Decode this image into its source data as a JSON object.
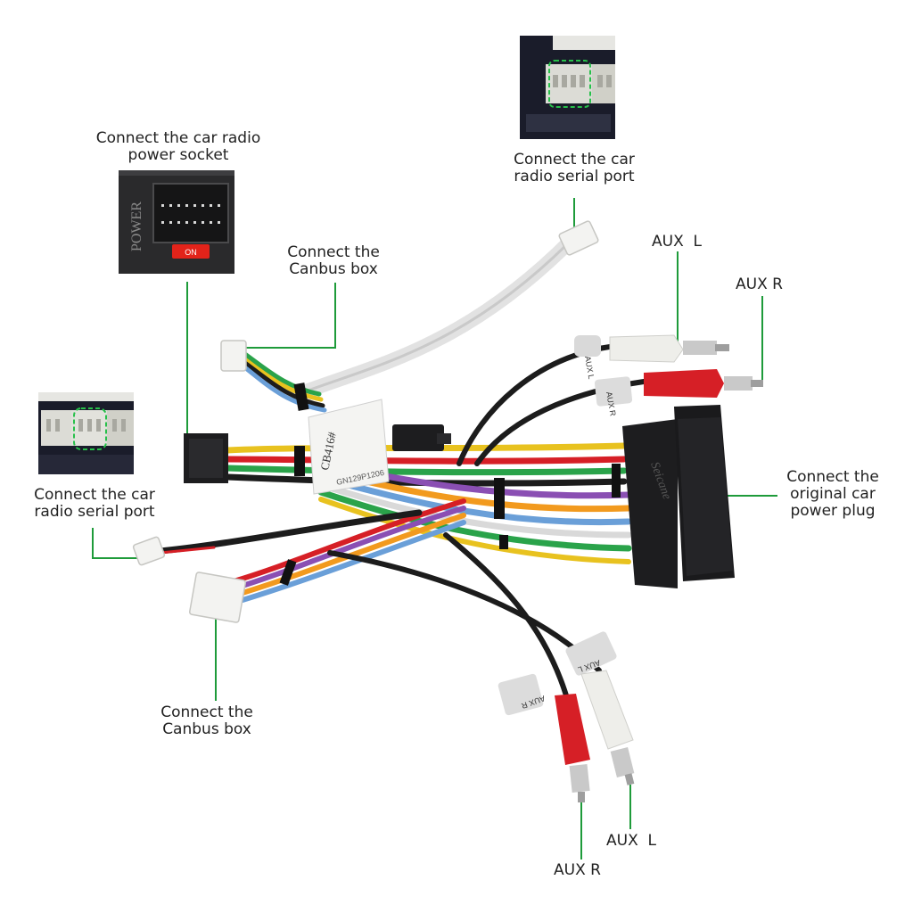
{
  "labels": {
    "power_socket": [
      "Connect the car radio",
      "power socket"
    ],
    "serial_top": [
      "Connect the car",
      "radio serial port"
    ],
    "canbus_top": [
      "Connect the",
      "Canbus box"
    ],
    "aux_l_top": "AUX  L",
    "aux_r_top": "AUX R",
    "serial_left": [
      "Connect the car",
      "radio serial port"
    ],
    "original_plug": [
      "Connect the",
      "original car",
      "power plug"
    ],
    "canbus_bottom": [
      "Connect the",
      "Canbus box"
    ],
    "aux_l_bottom": "AUX  L",
    "aux_r_bottom": "AUX R"
  },
  "photo_text": {
    "power": "POWER",
    "on": "ON",
    "model": "CB416#",
    "serial_no": "GN129P1206",
    "brand": "Seicane",
    "tag_aux_l": "AUX L",
    "tag_aux_r": "AUX R"
  },
  "colors": {
    "callout_line": "#1e9b3a",
    "highlight": "#27c04a",
    "connector_black": "#1d1d1f",
    "rca_red": "#d61f26",
    "rca_white": "#eeeeea"
  }
}
